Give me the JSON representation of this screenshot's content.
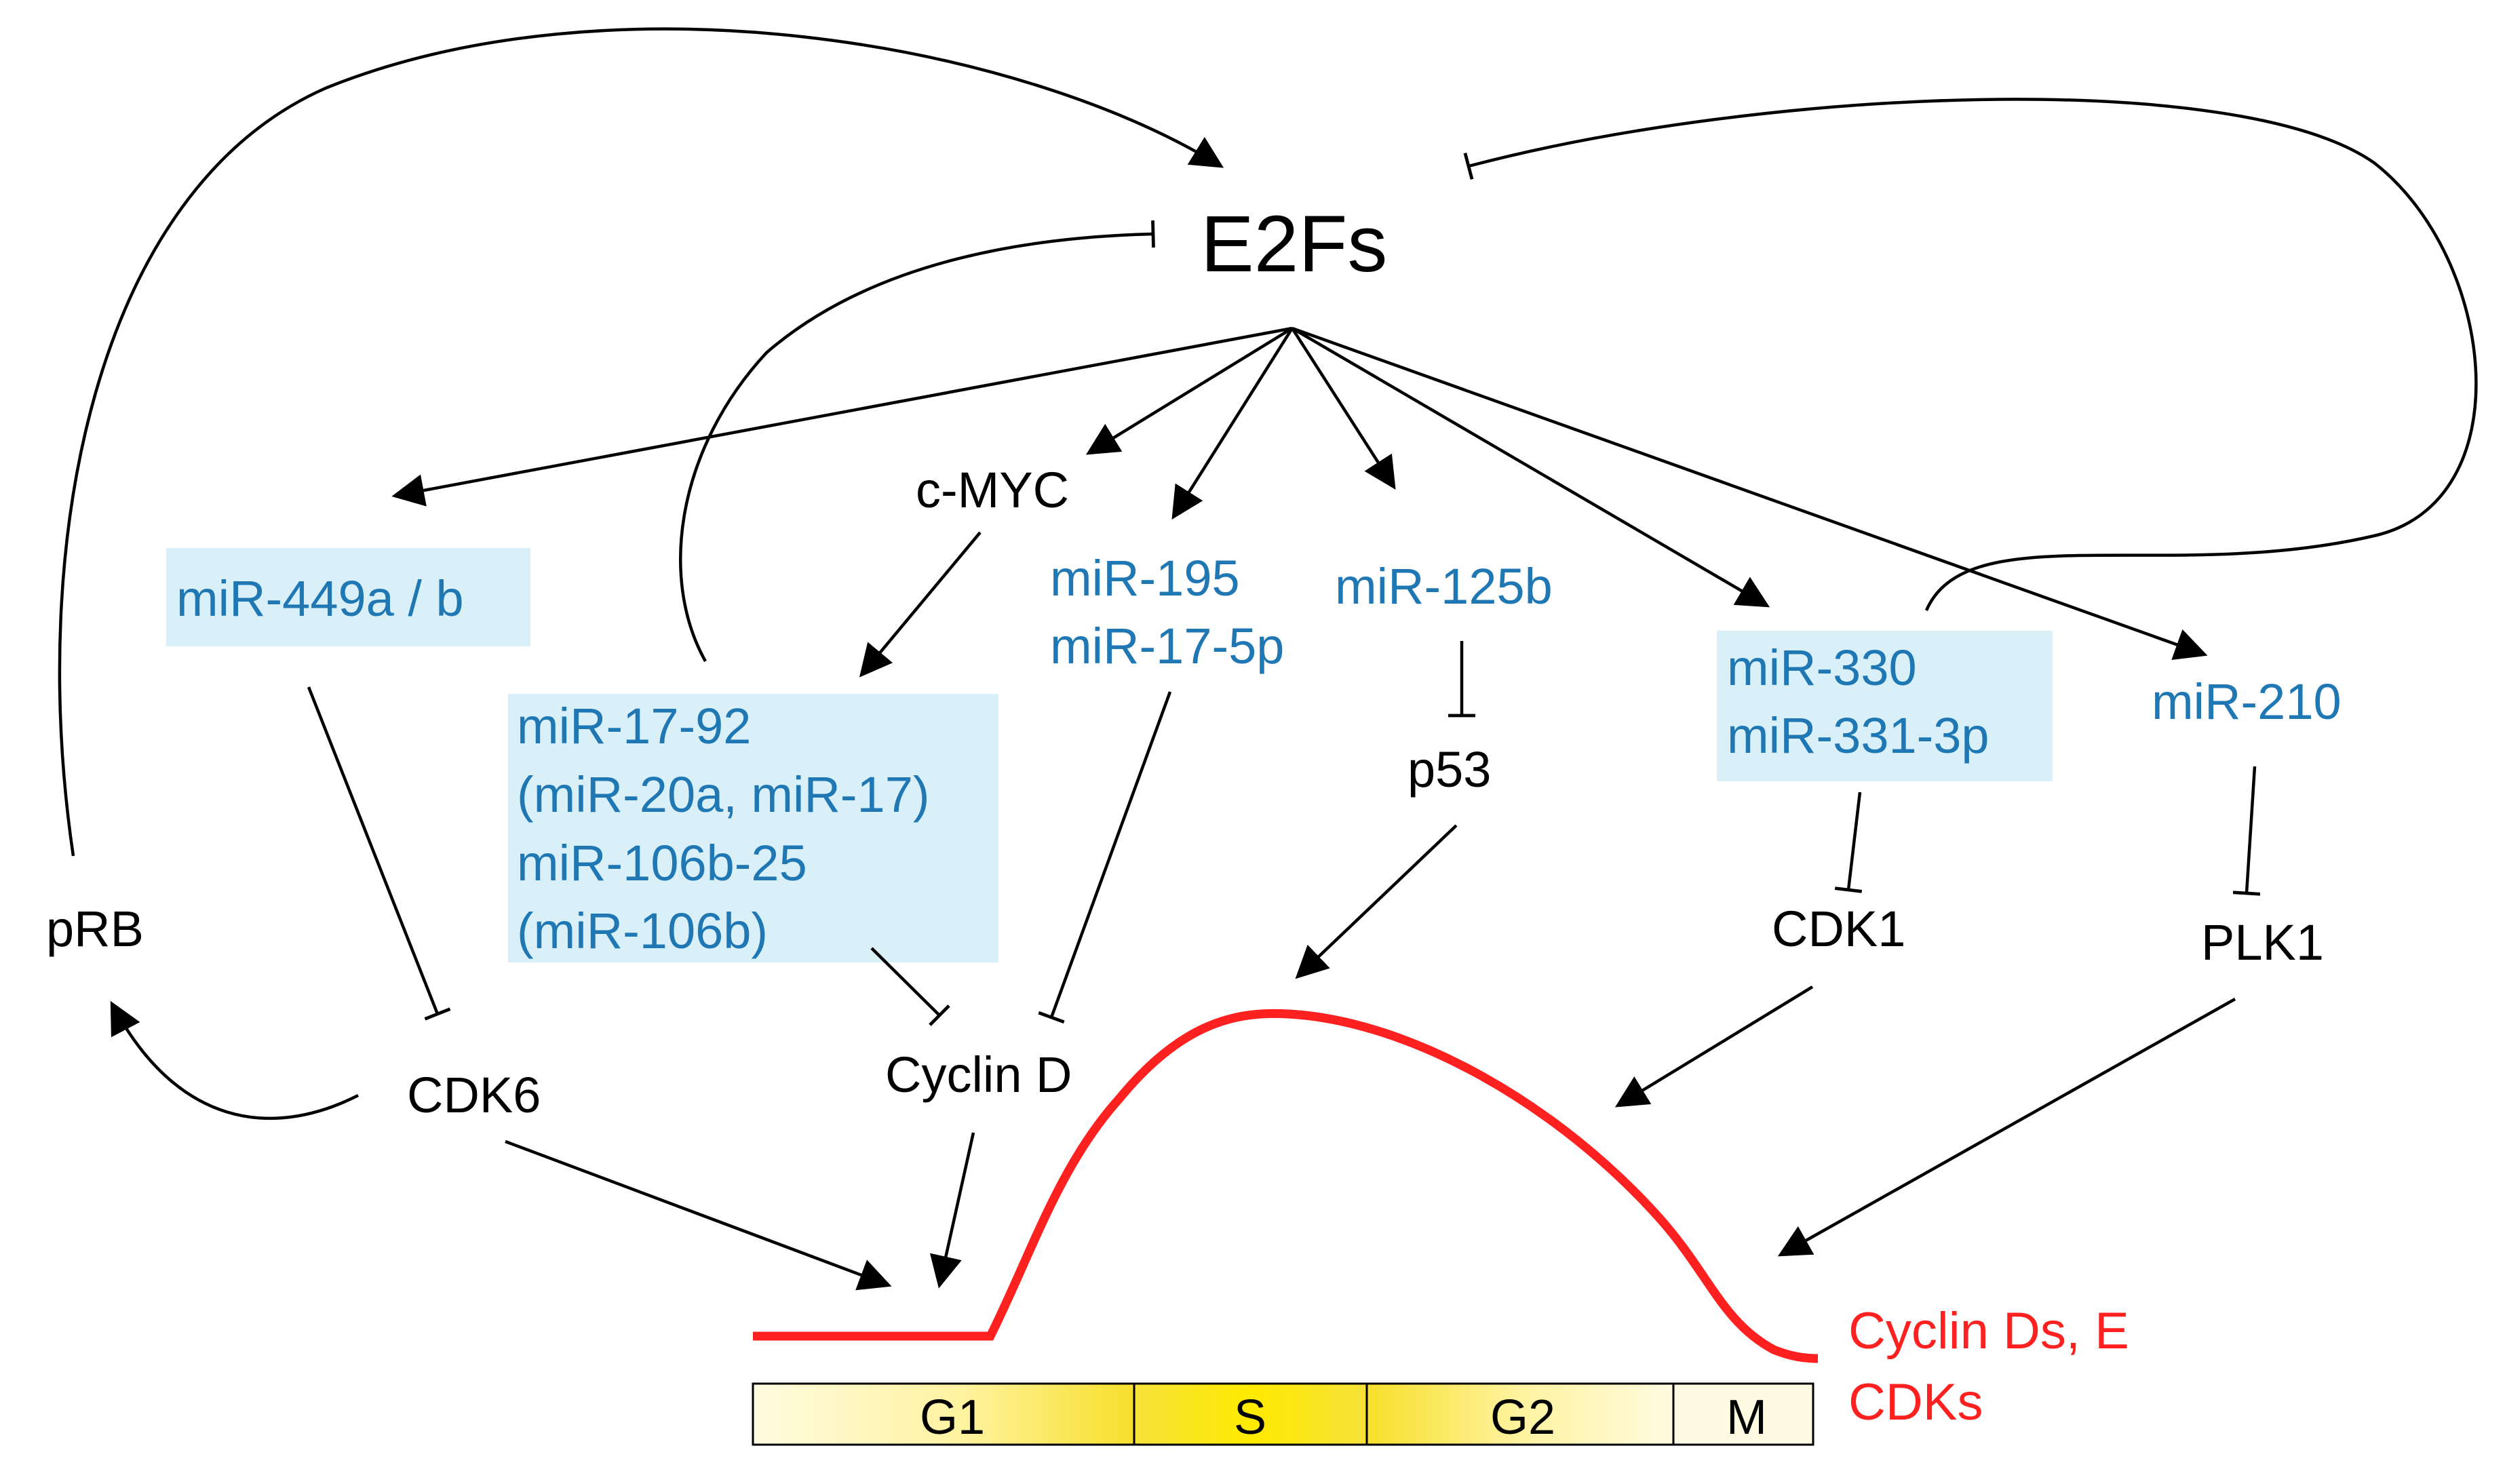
{
  "colors": {
    "mirna_text": "#1f77b4",
    "mirna_box": "#d9f0f8",
    "curve": "#ff2020",
    "edge": "#000000"
  },
  "hub": {
    "label": "E2Fs"
  },
  "nodes": {
    "prb": "pRB",
    "cmyc": "c-MYC",
    "cdk6": "CDK6",
    "cyclin_d": "Cyclin D",
    "p53": "p53",
    "cdk1": "CDK1",
    "plk1": "PLK1"
  },
  "mirnas": {
    "mir449": "miR-449a / b",
    "mir17_92": [
      "miR-17-92",
      "(miR-20a, miR-17)",
      "miR-106b-25",
      "(miR-106b)"
    ],
    "mir195": [
      "miR-195",
      "miR-17-5p"
    ],
    "mir125b": "miR-125b",
    "mir330": [
      "miR-330",
      "miR-331-3p"
    ],
    "mir210": "miR-210"
  },
  "curve_legend": [
    "Cyclin Ds, E",
    "CDKs"
  ],
  "phases": [
    "G1",
    "S",
    "G2",
    "M"
  ],
  "edge_types": {
    "activation": "arrow-head",
    "inhibition": "bar-head"
  }
}
